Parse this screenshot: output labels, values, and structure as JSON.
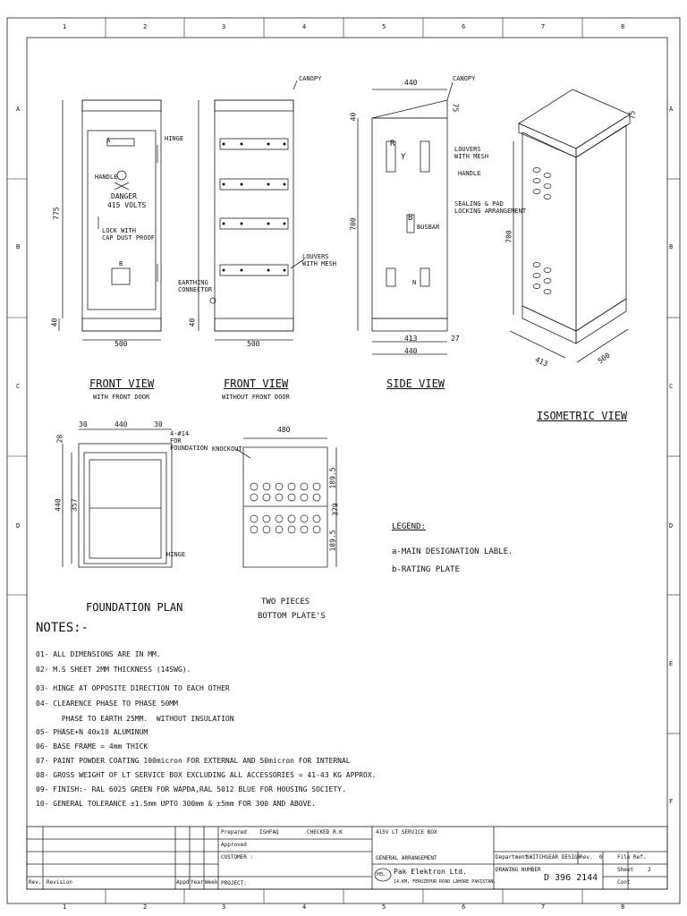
{
  "zones": {
    "top": [
      "1",
      "2",
      "3",
      "4",
      "5",
      "6",
      "7",
      "8"
    ],
    "side": [
      "A",
      "B",
      "C",
      "D",
      "E",
      "F"
    ]
  },
  "views": {
    "front_door": {
      "title": "FRONT VIEW",
      "subtitle": "WITH FRONT DOOR",
      "width": "500",
      "height": "775",
      "base": "40",
      "labels": {
        "q": "a",
        "danger": "DANGER",
        "volts": "415 VOLTS",
        "handle": "HANDLE",
        "hinge": "HINGE",
        "lock": "LOCK WITH",
        "lock2": "CAP DUST PROOF",
        "b": "b"
      }
    },
    "front_nodoor": {
      "title": "FRONT VIEW",
      "subtitle": "WITHOUT FRONT DOOR",
      "width": "500",
      "base": "40",
      "labels": {
        "canopy": "CANOPY",
        "louvers": "LOUVERS",
        "louvers2": "WITH MESH",
        "earthing": "EARTHING",
        "earthing2": "CONNECTOR"
      }
    },
    "side": {
      "title": "SIDE VIEW",
      "top_width": "440",
      "canopy_h": "75",
      "top_off": "40",
      "height": "700",
      "inner": "413",
      "offset": "27",
      "width": "440",
      "labels": {
        "canopy": "CANOPY",
        "louvers": "LOUVERS",
        "louvers2": "WITH MESH",
        "handle": "HANDLE",
        "sealing": "SEALING & PAD",
        "sealing2": "LOCKING ARRANGEMENT",
        "busbar": "BUSBAR",
        "r": "R",
        "y": "Y",
        "b": "B",
        "n": "N"
      }
    },
    "iso": {
      "title": "ISOMETRIC VIEW",
      "canopy": "75",
      "height": "700",
      "depth": "413",
      "width": "500"
    },
    "foundation": {
      "title": "FOUNDATION PLAN",
      "d1": "30",
      "d2": "440",
      "d3": "30",
      "d4": "28",
      "d5": "357",
      "d6": "440",
      "labels": {
        "holes": "4-#14",
        "holes2": "FOR",
        "holes3": "FOUNDATION",
        "hinge": "HINGE"
      }
    },
    "bottom": {
      "title": "TWO PIECES",
      "title2": "BOTTOM PLATE'S",
      "width": "480",
      "d1": "189.5",
      "d2": "379",
      "d3": "189.5",
      "knockout": "KNOCKOUT"
    }
  },
  "legend": {
    "title": "LEGEND:",
    "items": [
      "a-MAIN DESIGNATION LABLE.",
      "b-RATING PLATE"
    ]
  },
  "notes": {
    "title": "NOTES:-",
    "items": [
      "01- ALL DIMENSIONS ARE IN MM.",
      "02- M.S SHEET 2MM THICKNESS (14SWG).",
      "03- HINGE AT OPPOSITE DIRECTION TO EACH OTHER",
      "04- CLEARENCE PHASE TO PHASE 50MM",
      "      PHASE TO EARTH 25MM.  WITHOUT INSULATION",
      "05- PHASE+N 40x10 ALUMINUM",
      "06- BASE FRAME = 4mm THICK",
      "07- PAINT POWDER COATING 100micron FOR EXTERNAL AND 50micron FOR INTERNAL",
      "08- GROSS WEIGHT OF LT SERVICE BOX EXCLUDING ALL ACCESSORIES = 41-43 KG APPROX.",
      "09- FINISH:- RAL 6025 GREEN FOR WAPDA,RAL 5012 BLUE FOR HOUSING SOCIETY.",
      "10- GENERAL TOLERANCE ±1.5mm UPTO 300mm & ±5mm FOR 300 AND ABOVE."
    ]
  },
  "title_block": {
    "rev": "Rev.",
    "revision": "Revision",
    "appd": "Appd",
    "year": "Year",
    "week": "Week",
    "prepared": "Prepared",
    "prepared_by": "ISHFAQ",
    "checked": "CHECKED",
    "checked_by": "R.K",
    "approved": "Approved",
    "customer": "CUSTOMER :",
    "project": "PROJECT:",
    "drawing_title": "415V LT SERVICE BOX",
    "drawing_subtitle": "GENERAL ARRANGEMENT",
    "company": "Pak Elektron Ltd.",
    "address": "14-KM, FEROZEPUR ROAD LAHORE PAKISTAN.",
    "department_label": "Department",
    "department": "SWITCHGEAR DESIGN",
    "rev_label": "Rev.",
    "rev_no": "0",
    "file_ref": "File Ref.",
    "drawing_number_label": "DRAWING NUMBER",
    "drawing_number": "D 396 2144",
    "sheet_label": "Sheet",
    "sheet": "2",
    "cont": "Cont",
    "logo": "PEL"
  }
}
